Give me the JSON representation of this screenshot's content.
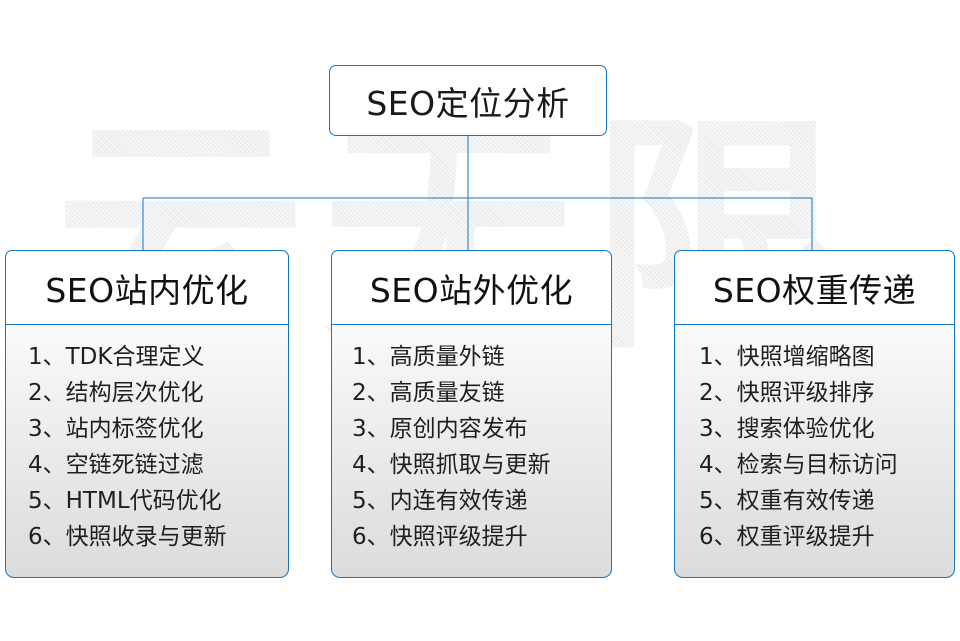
{
  "diagram": {
    "title": "SEO定位分析",
    "watermark": "云无限",
    "accent_color": "#1277c4",
    "text_color": "#1a1a1a",
    "body_background": "#e9e9e9",
    "branches": [
      {
        "header": "SEO站内优化",
        "items": [
          "1、TDK合理定义",
          "2、结构层次优化",
          "3、站内标签优化",
          "4、空链死链过滤",
          "5、HTML代码优化",
          "6、快照收录与更新"
        ]
      },
      {
        "header": "SEO站外优化",
        "items": [
          "1、高质量外链",
          "2、高质量友链",
          "3、原创内容发布",
          "4、快照抓取与更新",
          "5、内连有效传递",
          "6、快照评级提升"
        ]
      },
      {
        "header": "SEO权重传递",
        "items": [
          "1、快照增缩略图",
          "2、快照评级排序",
          "3、搜索体验优化",
          "4、检索与目标访问",
          "5、权重有效传递",
          "6、权重评级提升"
        ]
      }
    ]
  }
}
